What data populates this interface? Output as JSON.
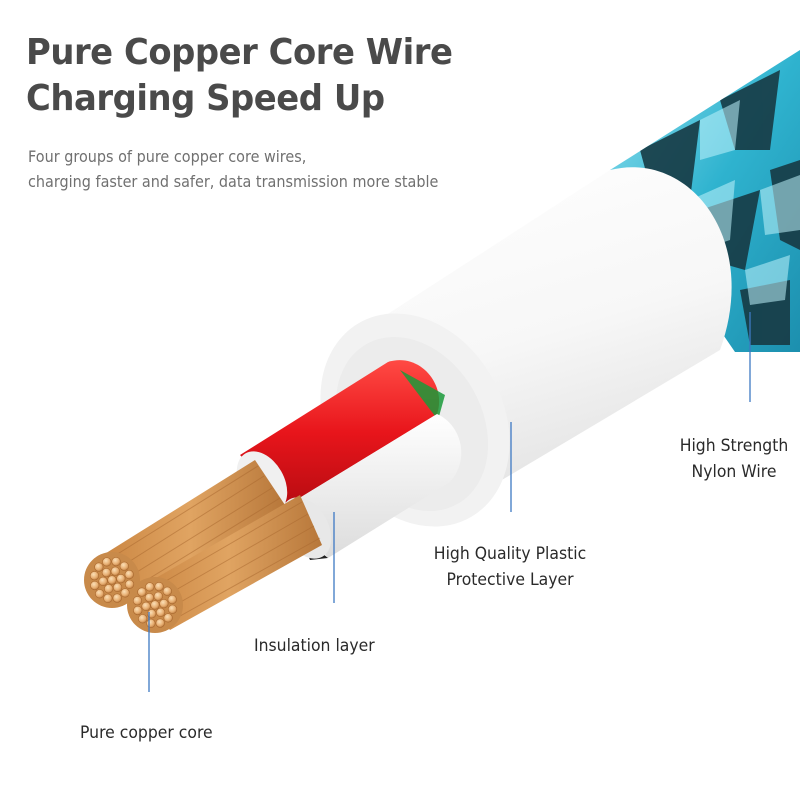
{
  "header": {
    "title_line1": "Pure Copper Core Wire",
    "title_line2": "Charging Speed Up",
    "subtitle_line1": "Four groups of pure copper core wires,",
    "subtitle_line2": "charging faster and safer, data transmission more stable"
  },
  "labels": {
    "nylon_line1": "High Strength",
    "nylon_line2": "Nylon Wire",
    "plastic_line1": "High Quality Plastic",
    "plastic_line2": "Protective Layer",
    "insulation": "Insulation layer",
    "copper": "Pure copper core"
  },
  "colors": {
    "heading": "#4a4a4a",
    "nylon_braid": "#2fb3cf",
    "nylon_dark": "#173a44",
    "jacket": "#ffffff",
    "red_insulation": "#e8151b",
    "white_insulation": "#f4f4f4",
    "green_insulation": "#1a9a3a",
    "copper": "#d99a55",
    "leader_line": "#3d78c4"
  }
}
